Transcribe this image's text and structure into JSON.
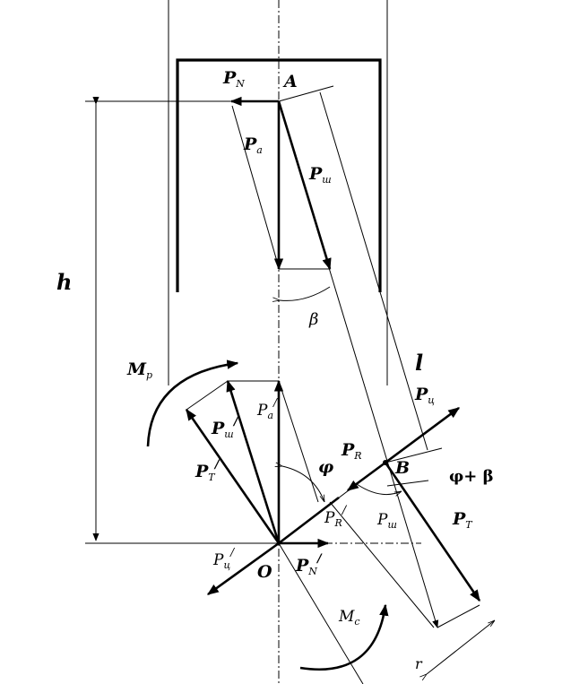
{
  "labels": {
    "P_N": {
      "main": "P",
      "sub": "N"
    },
    "A": "A",
    "P_a": {
      "main": "P",
      "sub": "a"
    },
    "P_sh": {
      "main": "P",
      "sub": "ш"
    },
    "beta": "β",
    "h": "h",
    "l": "l",
    "M_p": {
      "main": "M",
      "sub": "p"
    },
    "P_a_prime": {
      "main": "P",
      "sub": "a",
      "prime": "/"
    },
    "P_sh_prime": {
      "main": "P",
      "sub": "ш",
      "prime": "/"
    },
    "P_T_prime": {
      "main": "P",
      "sub": "T",
      "prime": "/"
    },
    "phi": "φ",
    "P_R": {
      "main": "P",
      "sub": "R"
    },
    "B": "B",
    "phi_plus_beta": "φ+ β",
    "P_ts": {
      "main": "P",
      "sub": "ц"
    },
    "P_R_prime": {
      "main": "P",
      "sub": "R",
      "prime": "/"
    },
    "P_sh_lower": {
      "main": "P",
      "sub": "ш"
    },
    "P_T": {
      "main": "P",
      "sub": "T"
    },
    "P_ts_prime": {
      "main": "P",
      "sub": "ц",
      "prime": "/"
    },
    "O": "O",
    "P_N_prime": {
      "main": "P",
      "sub": "N",
      "prime": "/"
    },
    "M_c": {
      "main": "M",
      "sub": "c"
    },
    "r": "r"
  }
}
